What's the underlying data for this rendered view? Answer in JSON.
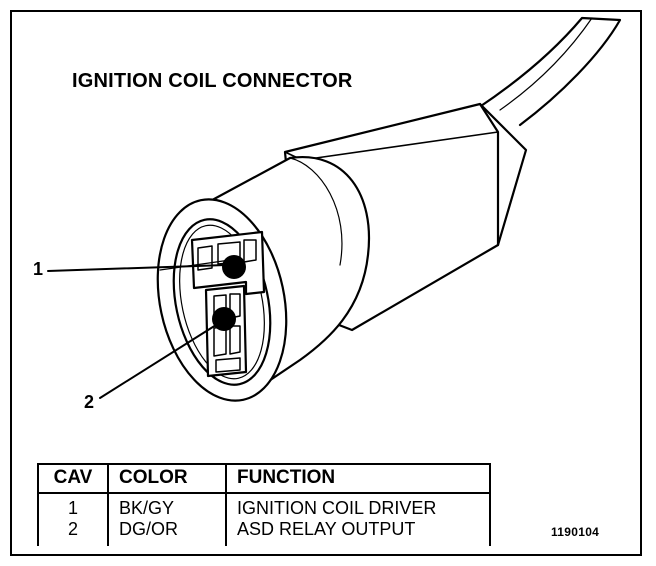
{
  "title": "IGNITION COIL CONNECTOR",
  "callouts": [
    {
      "label": "1"
    },
    {
      "label": "2"
    }
  ],
  "table": {
    "headers": [
      "CAV",
      "COLOR",
      "FUNCTION"
    ],
    "rows": [
      {
        "cav": "1",
        "color": "BK/GY",
        "function": "IGNITION COIL DRIVER"
      },
      {
        "cav": "2",
        "color": "DG/OR",
        "function": "ASD RELAY OUTPUT"
      }
    ]
  },
  "figure_number": "1190104"
}
